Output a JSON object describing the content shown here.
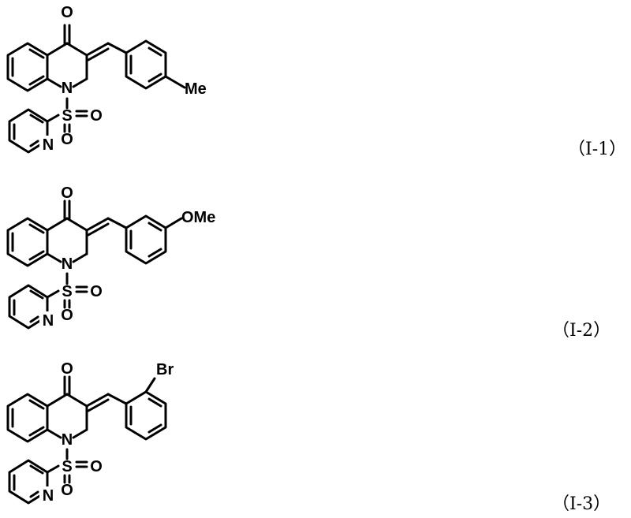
{
  "compounds": [
    {
      "label": "（I-1）",
      "atoms": {
        "oxo": "O",
        "ring_n": "N",
        "sulfonyl_s": "S",
        "sulfonyl_o1": "O",
        "sulfonyl_o2": "O",
        "pyridine_n": "N",
        "substituent": "Me"
      }
    },
    {
      "label": "（I-2）",
      "atoms": {
        "oxo": "O",
        "ring_n": "N",
        "sulfonyl_s": "S",
        "sulfonyl_o1": "O",
        "sulfonyl_o2": "O",
        "pyridine_n": "N",
        "substituent": "OMe"
      }
    },
    {
      "label": "（I-3）",
      "atoms": {
        "oxo": "O",
        "ring_n": "N",
        "sulfonyl_s": "S",
        "sulfonyl_o1": "O",
        "sulfonyl_o2": "O",
        "pyridine_n": "N",
        "substituent": "Br"
      }
    }
  ]
}
